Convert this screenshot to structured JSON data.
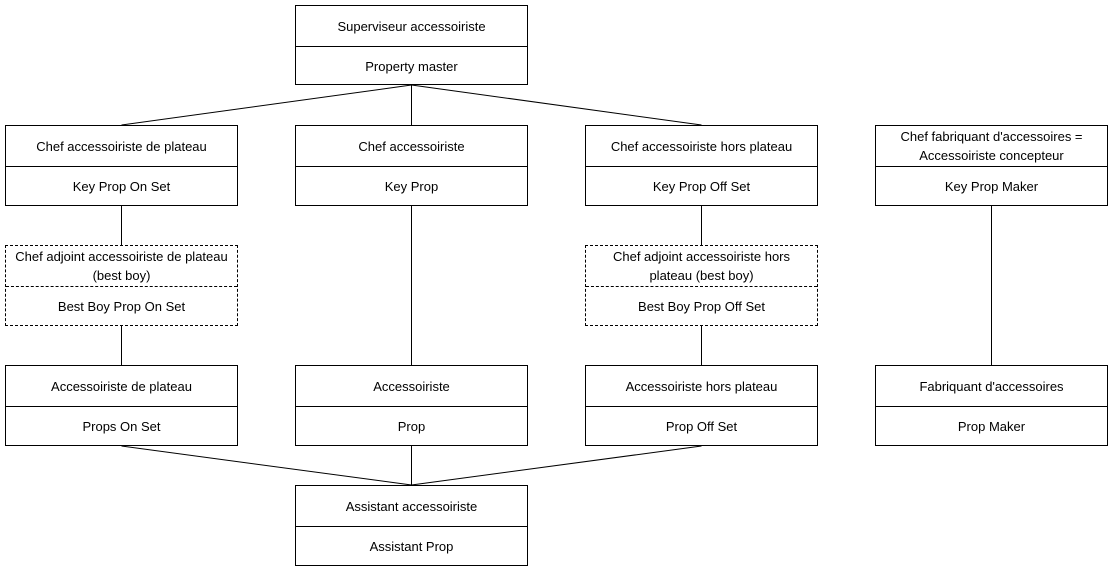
{
  "diagram": {
    "nodes": [
      {
        "id": "supervisor",
        "fr": "Superviseur accessoiriste",
        "en": "Property master",
        "style": "solid"
      },
      {
        "id": "chef-plateau",
        "fr": "Chef accessoiriste de plateau",
        "en": "Key Prop On Set",
        "style": "solid"
      },
      {
        "id": "chef",
        "fr": "Chef accessoiriste",
        "en": "Key Prop",
        "style": "solid"
      },
      {
        "id": "chef-hors-plateau",
        "fr": "Chef accessoiriste hors plateau",
        "en": "Key Prop Off Set",
        "style": "solid"
      },
      {
        "id": "chef-fabriquant",
        "fr": "Chef fabriquant d'accessoires =\nAccessoiriste concepteur",
        "en": "Key Prop Maker",
        "style": "solid"
      },
      {
        "id": "adjoint-plateau",
        "fr": "Chef adjoint accessoiriste de plateau\n(best boy)",
        "en": "Best Boy Prop On Set",
        "style": "dashed"
      },
      {
        "id": "adjoint-hors-plateau",
        "fr": "Chef adjoint accessoiriste hors\nplateau (best boy)",
        "en": "Best Boy Prop Off Set",
        "style": "dashed"
      },
      {
        "id": "accessoiriste-plateau",
        "fr": "Accessoiriste de plateau",
        "en": "Props On Set",
        "style": "solid"
      },
      {
        "id": "accessoiriste",
        "fr": "Accessoiriste",
        "en": "Prop",
        "style": "solid"
      },
      {
        "id": "accessoiriste-hors-plateau",
        "fr": "Accessoiriste hors plateau",
        "en": "Prop Off Set",
        "style": "solid"
      },
      {
        "id": "fabriquant",
        "fr": "Fabriquant d'accessoires",
        "en": "Prop Maker",
        "style": "solid"
      },
      {
        "id": "assistant",
        "fr": "Assistant accessoiriste",
        "en": "Assistant Prop",
        "style": "solid"
      }
    ],
    "edges": [
      [
        "supervisor",
        "chef-plateau"
      ],
      [
        "supervisor",
        "chef"
      ],
      [
        "supervisor",
        "chef-hors-plateau"
      ],
      [
        "chef-plateau",
        "adjoint-plateau"
      ],
      [
        "adjoint-plateau",
        "accessoiriste-plateau"
      ],
      [
        "chef",
        "accessoiriste"
      ],
      [
        "chef-hors-plateau",
        "adjoint-hors-plateau"
      ],
      [
        "adjoint-hors-plateau",
        "accessoiriste-hors-plateau"
      ],
      [
        "chef-fabriquant",
        "fabriquant"
      ],
      [
        "accessoiriste-plateau",
        "assistant"
      ],
      [
        "accessoiriste",
        "assistant"
      ],
      [
        "accessoiriste-hors-plateau",
        "assistant"
      ]
    ]
  }
}
